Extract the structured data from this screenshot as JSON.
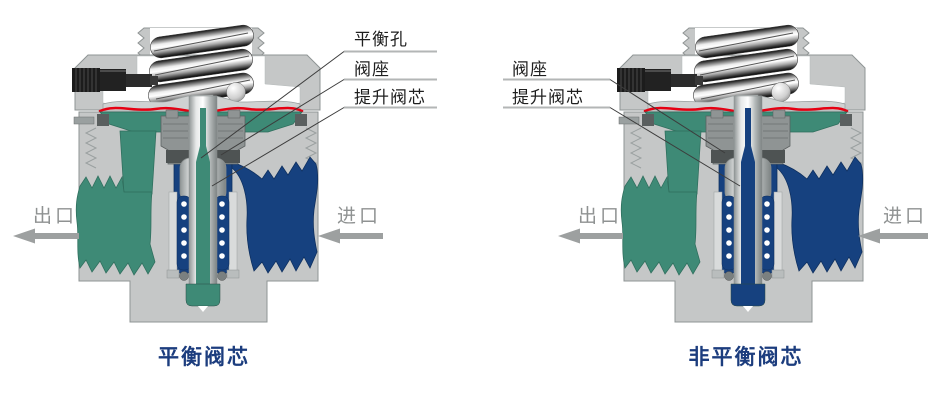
{
  "figure": {
    "type": "technical cross-section diagram",
    "subject": "pressure regulator valve cores"
  },
  "left_diagram": {
    "caption": "平衡阀芯",
    "callouts": [
      {
        "text": "平衡孔"
      },
      {
        "text": "阀座"
      },
      {
        "text": "提升阀芯"
      }
    ],
    "outlet": {
      "label": "出口",
      "arrow_direction": "left"
    },
    "inlet": {
      "label": "进口",
      "arrow_direction": "left"
    }
  },
  "right_diagram": {
    "caption": "非平衡阀芯",
    "callouts": [
      {
        "text": "阀座"
      },
      {
        "text": "提升阀芯"
      }
    ],
    "outlet": {
      "label": "出口",
      "arrow_direction": "left"
    },
    "inlet": {
      "label": "进口",
      "arrow_direction": "left"
    }
  },
  "colors": {
    "background": "#ffffff",
    "body_gray": "#c5c7c7",
    "outline_gray": "#8f9494",
    "outlet_teal": "#3e8a76",
    "inlet_navy": "#16417f",
    "diaphragm_red": "#e60012",
    "arrow_gray": "#9da0a0",
    "flow_label_gray": "#8f9292",
    "caption_navy": "#1c3d7e",
    "callout_text": "#1f1f1f",
    "callout_rule_gray": "#b3b6b6",
    "seat_gray": "#8f9494",
    "seat_dark": "#4e5353",
    "screw_black": "#1c1c1c"
  }
}
